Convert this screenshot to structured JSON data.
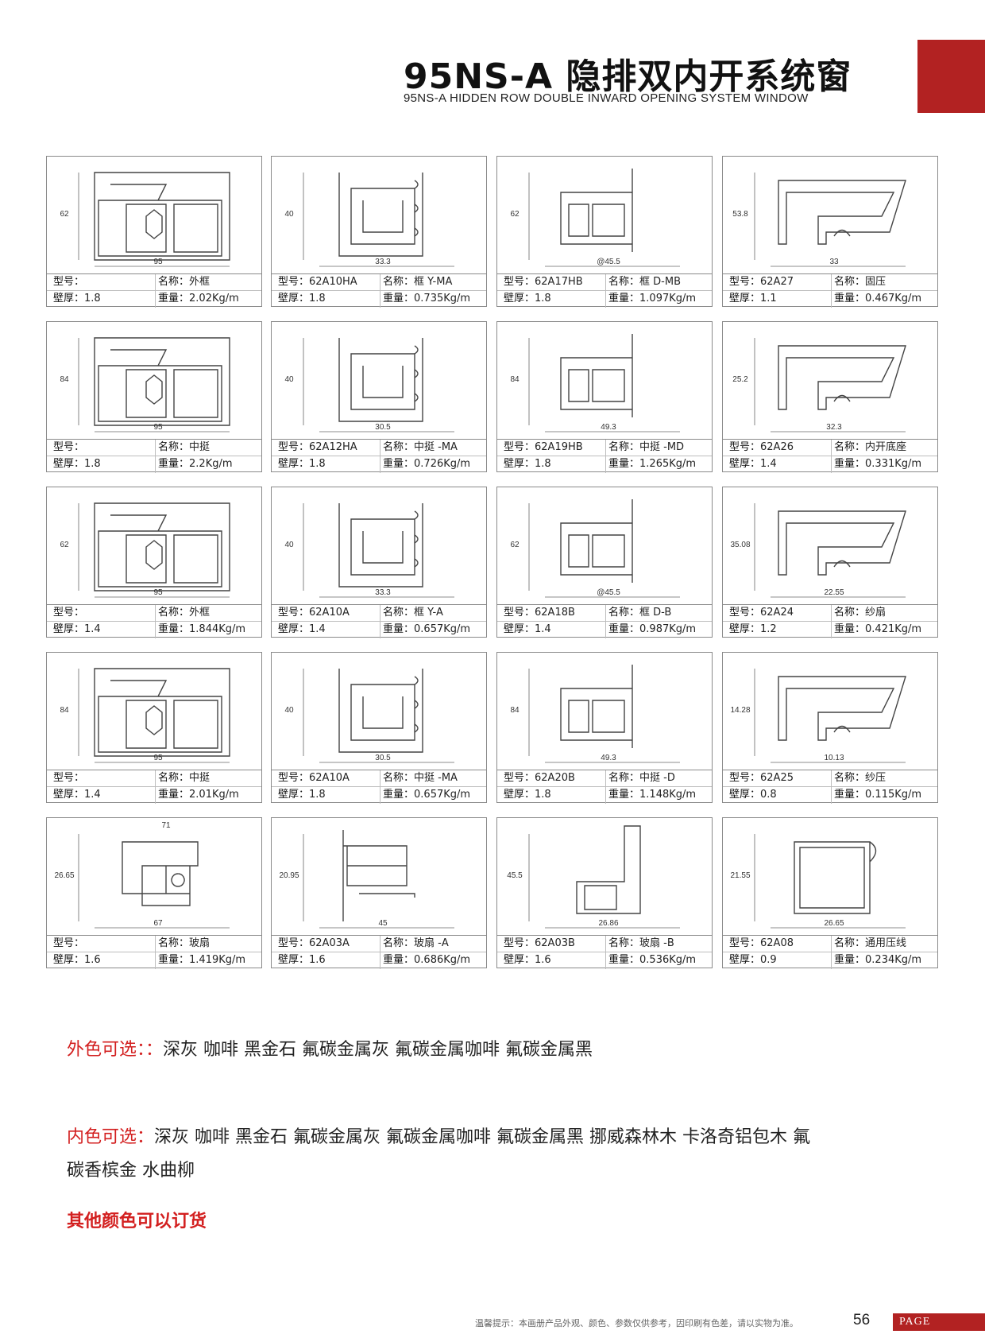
{
  "header": {
    "title_cn": "95NS-A 隐排双内开系统窗",
    "title_en": "95NS-A HIDDEN ROW DOUBLE INWARD OPENING SYSTEM WINDOW",
    "accent_color": "#b22222"
  },
  "labels": {
    "model": "型号：",
    "name": "名称：",
    "thickness": "壁厚：",
    "weight": "重量："
  },
  "profiles": [
    {
      "model": "",
      "name": "外框",
      "thickness": "1.8",
      "weight": "2.02Kg/m",
      "dims": [
        "62",
        "95"
      ]
    },
    {
      "model": "62A10HA",
      "name": "框 Y-MA",
      "thickness": "1.8",
      "weight": "0.735Kg/m",
      "dims": [
        "40",
        "33.3"
      ]
    },
    {
      "model": "62A17HB",
      "name": "框 D-MB",
      "thickness": "1.8",
      "weight": "1.097Kg/m",
      "dims": [
        "62",
        "@45.5"
      ]
    },
    {
      "model": "62A27",
      "name": "固压",
      "thickness": "1.1",
      "weight": "0.467Kg/m",
      "dims": [
        "53.8",
        "33"
      ]
    },
    {
      "model": "",
      "name": "中挺",
      "thickness": "1.8",
      "weight": "2.2Kg/m",
      "dims": [
        "84",
        "95"
      ]
    },
    {
      "model": "62A12HA",
      "name": "中挺 -MA",
      "thickness": "1.8",
      "weight": "0.726Kg/m",
      "dims": [
        "40",
        "30.5"
      ]
    },
    {
      "model": "62A19HB",
      "name": "中挺 -MD",
      "thickness": "1.8",
      "weight": "1.265Kg/m",
      "dims": [
        "84",
        "49.3"
      ]
    },
    {
      "model": "62A26",
      "name": "内开底座",
      "thickness": "1.4",
      "weight": "0.331Kg/m",
      "dims": [
        "25.2",
        "32.3"
      ]
    },
    {
      "model": "",
      "name": "外框",
      "thickness": "1.4",
      "weight": "1.844Kg/m",
      "dims": [
        "62",
        "95"
      ]
    },
    {
      "model": "62A10A",
      "name": "框 Y-A",
      "thickness": "1.4",
      "weight": "0.657Kg/m",
      "dims": [
        "40",
        "33.3"
      ]
    },
    {
      "model": "62A18B",
      "name": "框 D-B",
      "thickness": "1.4",
      "weight": "0.987Kg/m",
      "dims": [
        "62",
        "@45.5"
      ]
    },
    {
      "model": "62A24",
      "name": "纱扇",
      "thickness": "1.2",
      "weight": "0.421Kg/m",
      "dims": [
        "35.08",
        "22.55"
      ]
    },
    {
      "model": "",
      "name": "中挺",
      "thickness": "1.4",
      "weight": "2.01Kg/m",
      "dims": [
        "84",
        "95"
      ]
    },
    {
      "model": "62A10A",
      "name": "中挺 -MA",
      "thickness": "1.8",
      "weight": "0.657Kg/m",
      "dims": [
        "40",
        "30.5"
      ]
    },
    {
      "model": "62A20B",
      "name": "中挺 -D",
      "thickness": "1.8",
      "weight": "1.148Kg/m",
      "dims": [
        "84",
        "49.3"
      ]
    },
    {
      "model": "62A25",
      "name": "纱压",
      "thickness": "0.8",
      "weight": "0.115Kg/m",
      "dims": [
        "14.28",
        "10.13"
      ]
    },
    {
      "model": "",
      "name": "玻扇",
      "thickness": "1.6",
      "weight": "1.419Kg/m",
      "dims": [
        "26.65",
        "67",
        "71"
      ]
    },
    {
      "model": "62A03A",
      "name": "玻扇 -A",
      "thickness": "1.6",
      "weight": "0.686Kg/m",
      "dims": [
        "20.95",
        "45"
      ]
    },
    {
      "model": "62A03B",
      "name": "玻扇 -B",
      "thickness": "1.6",
      "weight": "0.536Kg/m",
      "dims": [
        "45.5",
        "26.86"
      ]
    },
    {
      "model": "62A08",
      "name": "通用压线",
      "thickness": "0.9",
      "weight": "0.234Kg/m",
      "dims": [
        "21.55",
        "26.65"
      ]
    }
  ],
  "colors": {
    "outer_label": "外色可选：：",
    "outer_values": "深灰 咖啡 黑金石 氟碳金属灰 氟碳金属咖啡 氟碳金属黑",
    "inner_label": "内色可选：",
    "inner_values_line1": "深灰 咖啡 黑金石 氟碳金属灰 氟碳金属咖啡 氟碳金属黑 挪威森林木 卡洛奇铝包木 氟",
    "inner_values_line2": "碳香槟金 水曲柳",
    "other": "其他颜色可以订货"
  },
  "footer": {
    "note": "温馨提示：本画册产品外观、颜色、参数仅供参考，因印刷有色差，请以实物为准。",
    "page_number": "56",
    "page_label": "PAGE"
  }
}
